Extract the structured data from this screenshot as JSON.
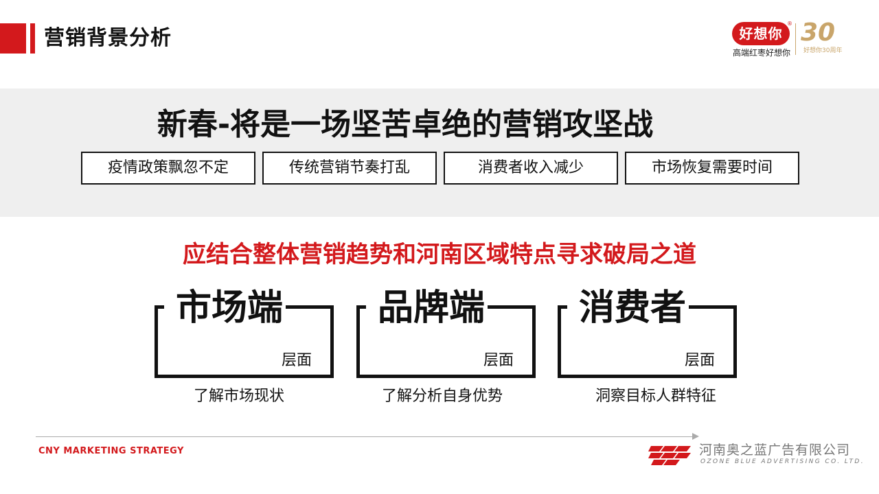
{
  "header": {
    "title": "营销背景分析"
  },
  "brand": {
    "logo_text": "好想你",
    "registered_mark": "®",
    "slogan": "高端红枣好想你",
    "anniversary_number": "30",
    "anniversary_text": "好想你30周年"
  },
  "band": {
    "headline": "新春-将是一场坚苦卓绝的营销攻坚战",
    "reasons": [
      "疫情政策飘忽不定",
      "传统营销节奏打乱",
      "消费者收入减少",
      "市场恢复需要时间"
    ]
  },
  "subtitle": "应结合整体营销趋势和河南区域特点寻求破局之道",
  "pillars": [
    {
      "title": "市场端",
      "level": "层面",
      "desc": "了解市场现状"
    },
    {
      "title": "品牌端",
      "level": "层面",
      "desc": "了解分析自身优势"
    },
    {
      "title": "消费者",
      "level": "层面",
      "desc": "洞察目标人群特征"
    }
  ],
  "footer": {
    "label": "CNY MARKETING STRATEGY",
    "agency_cn": "河南奥之蓝广告有限公司",
    "agency_en": "OZONE BLUE ADVERTISING CO. LTD."
  },
  "colors": {
    "accent": "#d3191c",
    "gold": "#c9a56a",
    "band": "#efefef"
  }
}
